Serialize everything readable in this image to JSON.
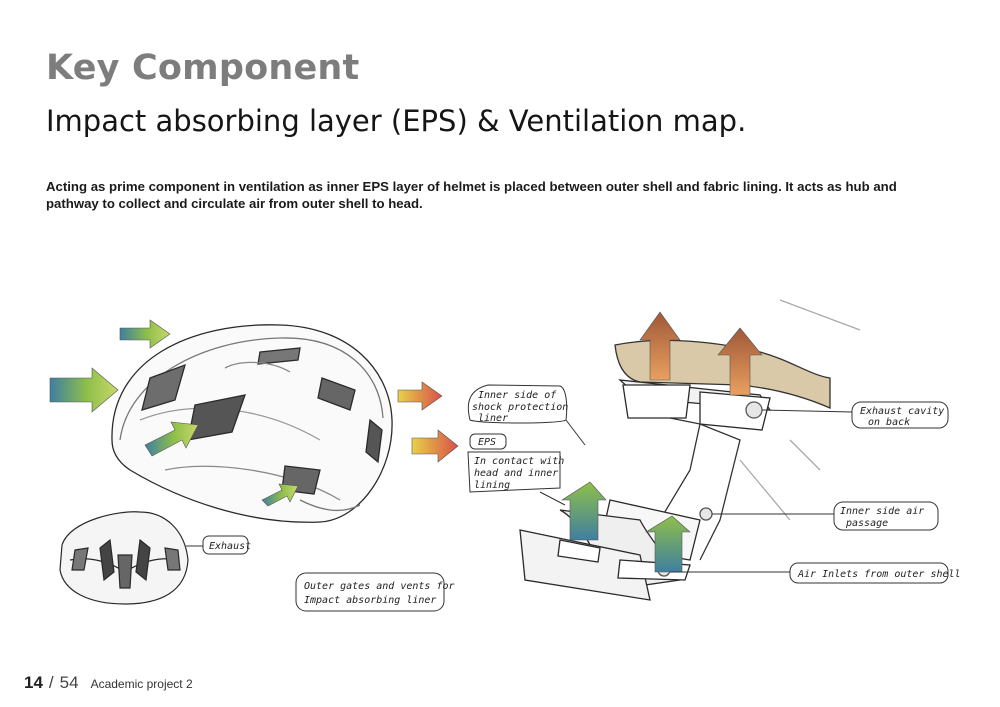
{
  "header": {
    "title": "Key Component",
    "subtitle": "Impact absorbing layer (EPS) & Ventilation map."
  },
  "description": "Acting as prime component in ventilation as inner EPS layer of helmet is placed between outer shell and fabric lining. It acts as hub and pathway to collect and circulate air from outer shell to head.",
  "annotations": {
    "exhaust": "Exhaust",
    "outer_gates": "Outer gates and vents for",
    "outer_gates_2": "Impact absorbing liner",
    "inner_side_1": "Inner side of",
    "inner_side_2": "shock protection",
    "inner_side_3": "liner",
    "eps": "EPS",
    "contact_1": "In contact with",
    "contact_2": "head and inner",
    "contact_3": "lining",
    "exhaust_cavity_1": "Exhaust cavity",
    "exhaust_cavity_2": "on back",
    "air_passage_1": "Inner side air",
    "air_passage_2": "passage",
    "air_inlets": "Air Inlets from outer shell"
  },
  "footer": {
    "page_current": "14",
    "separator": "/",
    "page_total": "54",
    "project": "Academic project 2"
  },
  "colors": {
    "title_gray": "#7d7d7d",
    "arrow_intake_blue": "#3f7fa0",
    "arrow_intake_green": "#8fbf4a",
    "arrow_exhaust_yellow": "#e8c84a",
    "arrow_exhaust_red": "#d8504a",
    "arrow_exhaust_brown": "#b0603a"
  }
}
